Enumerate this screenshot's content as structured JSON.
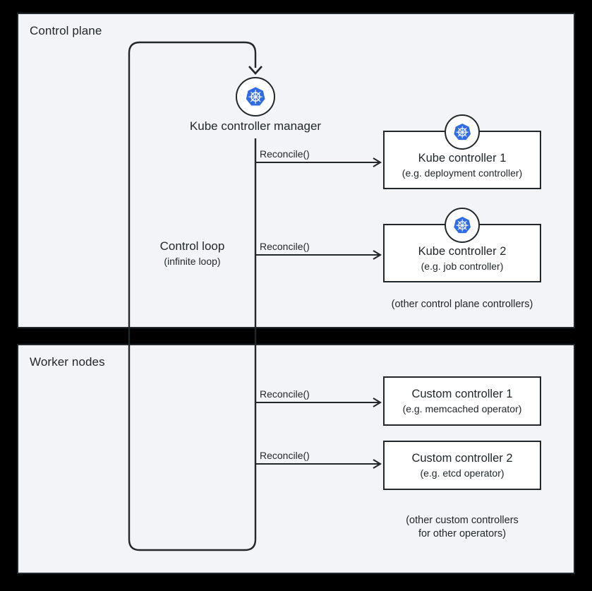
{
  "panels": {
    "control_plane": {
      "label": "Control plane"
    },
    "worker_nodes": {
      "label": "Worker nodes"
    }
  },
  "manager": {
    "label": "Kube controller manager"
  },
  "loop": {
    "title": "Control loop",
    "subtitle": "(infinite loop)"
  },
  "arrows": {
    "reconcile_label": "Reconcile()"
  },
  "controllers": [
    {
      "title": "Kube controller 1",
      "subtitle": "(e.g. deployment controller)",
      "has_icon": true
    },
    {
      "title": "Kube controller 2",
      "subtitle": "(e.g. job controller)",
      "has_icon": true
    },
    {
      "title": "Custom controller 1",
      "subtitle": "(e.g. memcached operator)",
      "has_icon": false
    },
    {
      "title": "Custom controller 2",
      "subtitle": "(e.g. etcd operator)",
      "has_icon": false
    }
  ],
  "notes": {
    "control_plane": "(other control plane controllers)",
    "custom_line1": "(other custom controllers",
    "custom_line2": "for other operators)"
  },
  "colors": {
    "k8s_blue": "#326ce5",
    "panel_bg": "#f2f4f8",
    "line": "#21272a",
    "box_bg": "#ffffff",
    "canvas_bg": "#000000"
  }
}
